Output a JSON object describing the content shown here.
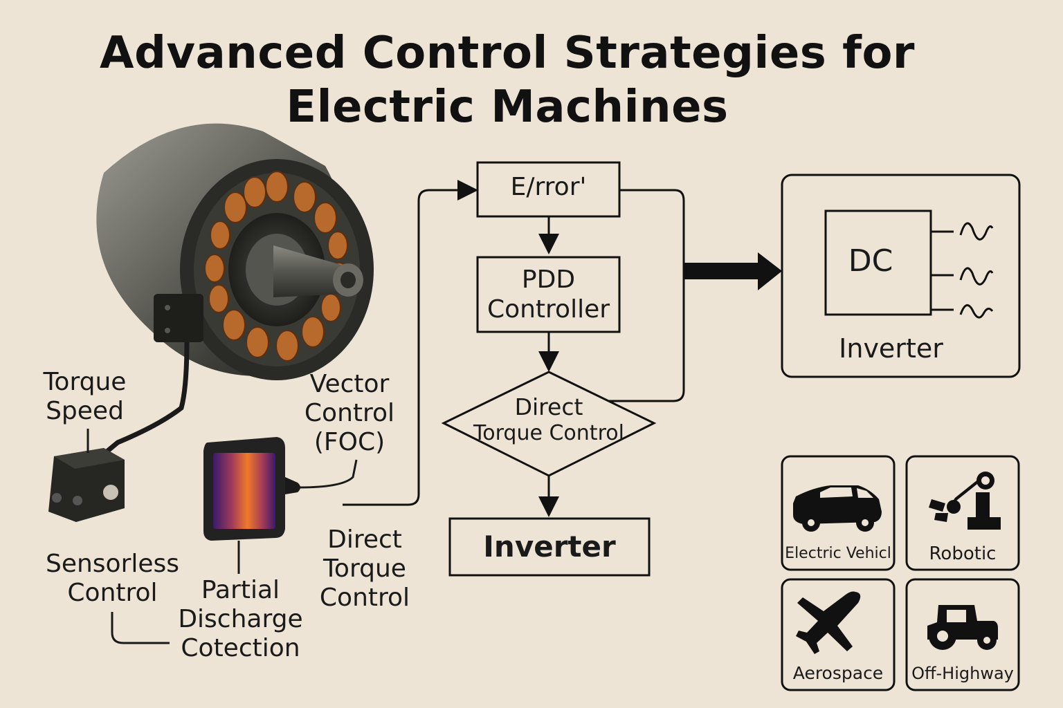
{
  "title": {
    "line1": "Advanced Control Strategies for",
    "line2": "Electric Machines"
  },
  "motor_labels": {
    "torque_speed": [
      "Torque",
      "Speed"
    ],
    "vector_control": [
      "Vector",
      "Control",
      "(FOC)"
    ],
    "sensorless": [
      "Sensorless",
      "Control"
    ],
    "partial_discharge": [
      "Partial",
      "Discharge",
      "Cotection"
    ],
    "direct_torque": [
      "Direct",
      "Torque",
      "Control"
    ]
  },
  "flowchart": {
    "error": "E/rror'",
    "controller": [
      "PDD",
      "Controller"
    ],
    "dtc": [
      "Direct",
      "Torque Control"
    ],
    "inverter": "Inverter"
  },
  "inverter_panel": {
    "dc": "DC",
    "label": "Inverter"
  },
  "applications": [
    {
      "label": "Electric Vehicl",
      "icon": "car-icon"
    },
    {
      "label": "Robotic",
      "icon": "robot-arm-icon"
    },
    {
      "label": "Aerospace",
      "icon": "airplane-icon"
    },
    {
      "label": "Off-Highway",
      "icon": "tractor-icon"
    }
  ],
  "colors": {
    "background": "#ede4d6",
    "ink": "#111111",
    "copper": "#b8692c",
    "steel": "#7a7a72"
  }
}
